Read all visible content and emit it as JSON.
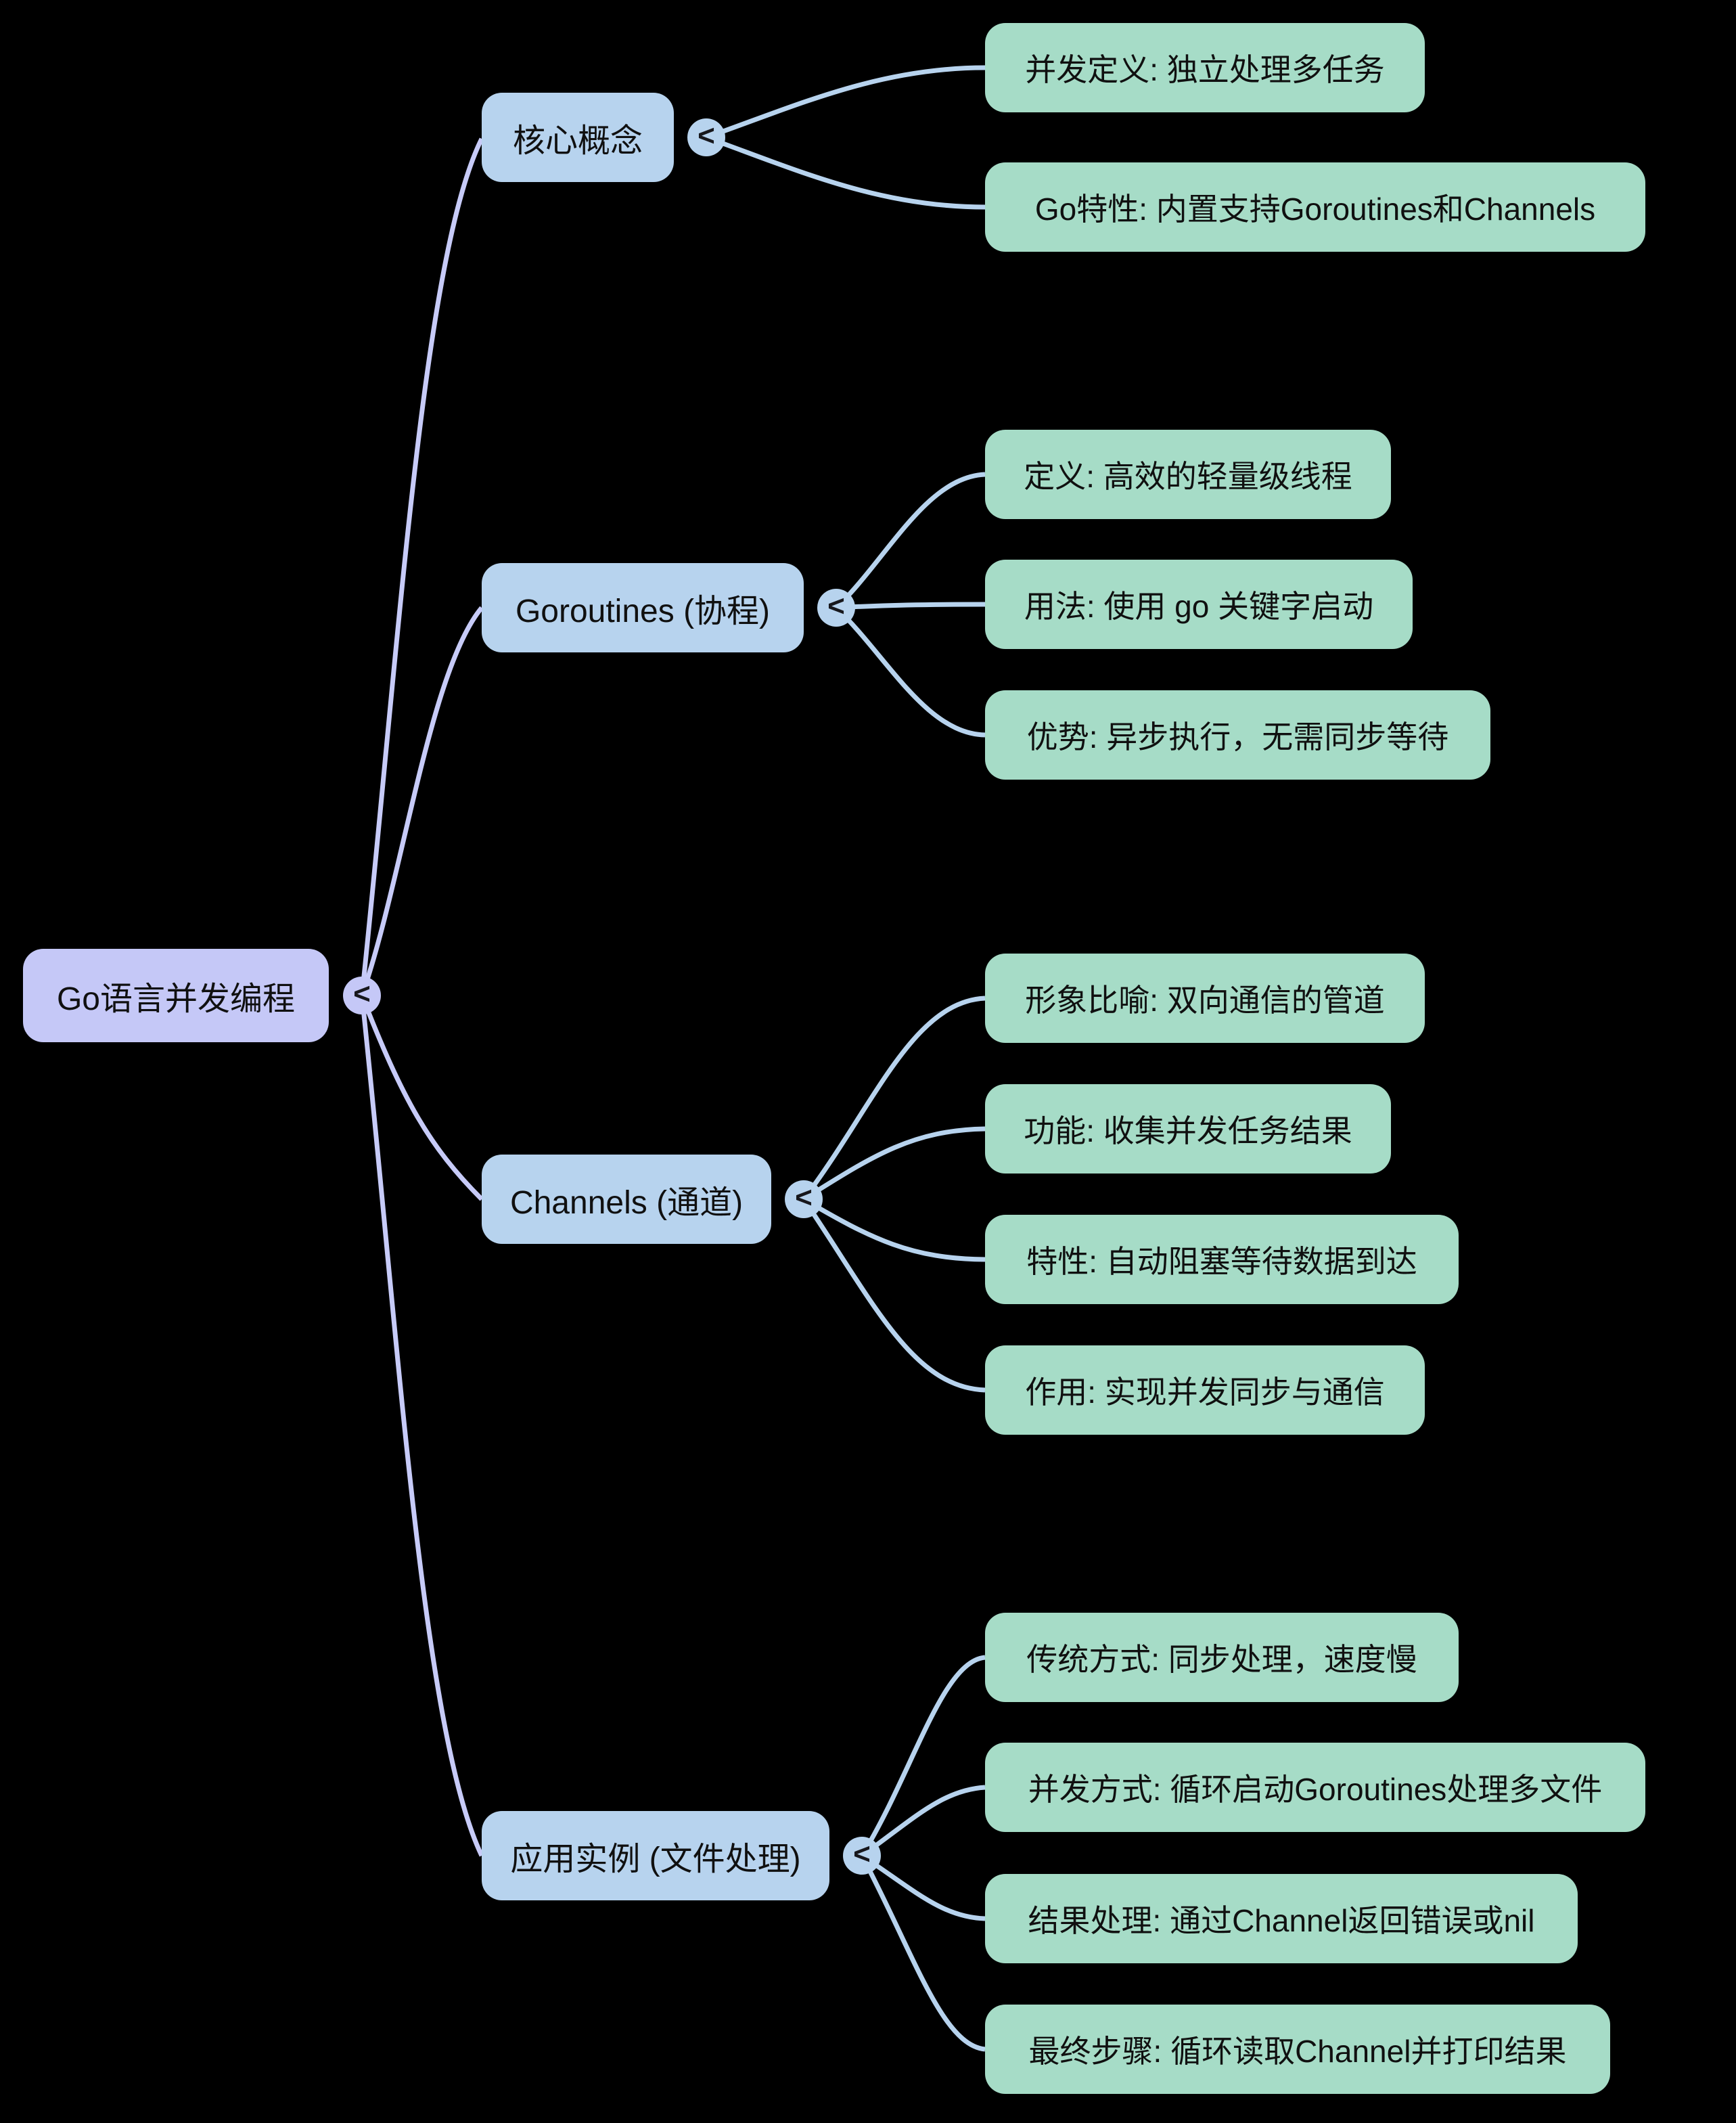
{
  "glyphs": {
    "collapse": "<"
  },
  "colors": {
    "background": "#000000",
    "root_fill": "#c5c8f7",
    "branch_fill": "#b7d3ee",
    "leaf_fill": "#a6dcc7",
    "root_wire": "#c7cbf8",
    "branch_wire": "#b7d3ee",
    "text": "#101010"
  },
  "root": {
    "label": "Go语言并发编程"
  },
  "branches": [
    {
      "label": "核心概念",
      "children": [
        "并发定义: 独立处理多任务",
        "Go特性: 内置支持Goroutines和Channels"
      ]
    },
    {
      "label": "Goroutines (协程)",
      "children": [
        "定义: 高效的轻量级线程",
        "用法: 使用 go 关键字启动",
        "优势: 异步执行，无需同步等待"
      ]
    },
    {
      "label": "Channels (通道)",
      "children": [
        "形象比喻: 双向通信的管道",
        "功能: 收集并发任务结果",
        "特性: 自动阻塞等待数据到达",
        "作用: 实现并发同步与通信"
      ]
    },
    {
      "label": "应用实例 (文件处理)",
      "children": [
        "传统方式: 同步处理，速度慢",
        "并发方式: 循环启动Goroutines处理多文件",
        "结果处理: 通过Channel返回错误或nil",
        "最终步骤: 循环读取Channel并打印结果"
      ]
    }
  ]
}
